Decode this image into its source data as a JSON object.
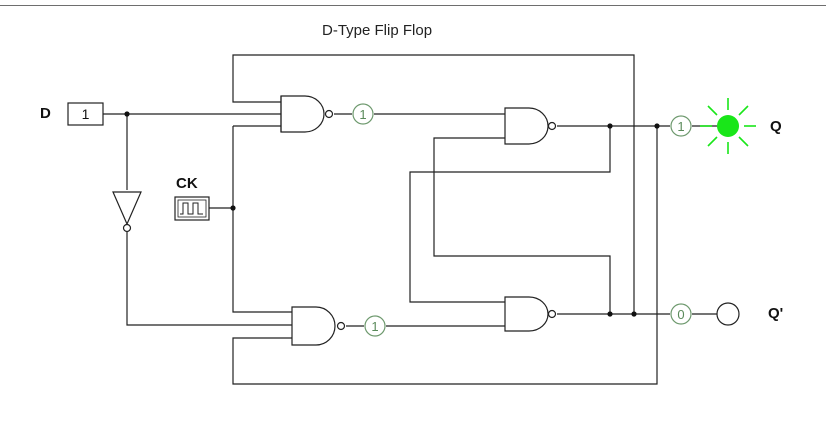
{
  "title": "D-Type Flip Flop",
  "inputs": {
    "d": {
      "label": "D",
      "value": "1"
    },
    "ck": {
      "label": "CK"
    }
  },
  "outputs": {
    "q": {
      "label": "Q",
      "probe_value": "1",
      "lamp_state": "on"
    },
    "q_bar": {
      "label": "Q'",
      "probe_value": "0",
      "lamp_state": "off"
    }
  },
  "probes": {
    "nand_top_out": "1",
    "nand_bottom_out": "1"
  },
  "colors": {
    "wire": "#222222",
    "probe": "#5a8a5a",
    "lamp_on": "#19e619",
    "lamp_off": "#ffffff"
  }
}
